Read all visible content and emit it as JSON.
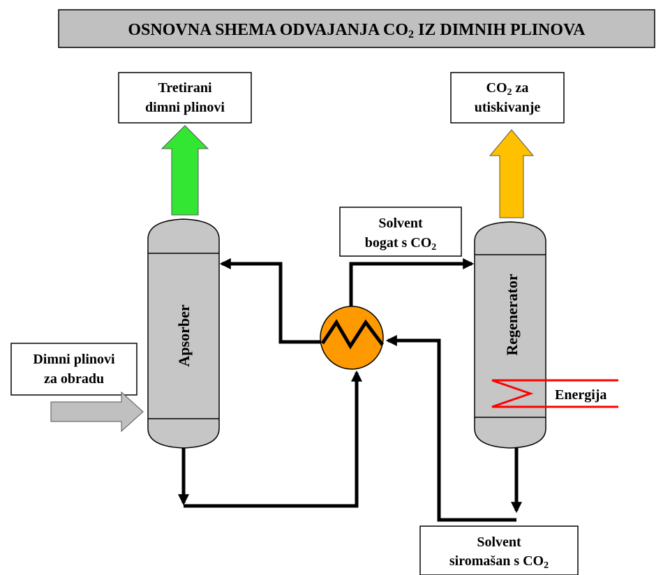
{
  "title": {
    "main": "OSNOVNA SHEMA ODVAJANJA CO",
    "sub": "2",
    "rest": " IZ DIMNIH PLINOVA"
  },
  "labels": {
    "treated_line1": "Tretirani",
    "treated_line2": "dimni plinovi",
    "co2_line1_main": "CO",
    "co2_line1_sub": "2",
    "co2_line1_rest": " za",
    "co2_line2": "utiskivanje",
    "rich_line1": "Solvent",
    "rich_line2_main": "bogat s CO",
    "rich_line2_sub": "2",
    "flue_line1": "Dimni plinovi",
    "flue_line2": "za obradu",
    "lean_line1": "Solvent",
    "lean_line2_main": "siromašan s CO",
    "lean_line2_sub": "2",
    "energy": "Energija",
    "absorber": "Apsorber",
    "regenerator": "Regenerator"
  },
  "colors": {
    "vessel": "#c6c6c6",
    "title_box": "#c0c0c0",
    "green_arrow": "#33e633",
    "yellow_arrow": "#ffc000",
    "grey_arrow": "#c0c0c0",
    "heat_exchanger": "#ff9900",
    "energy_coil": "#ff0000"
  }
}
